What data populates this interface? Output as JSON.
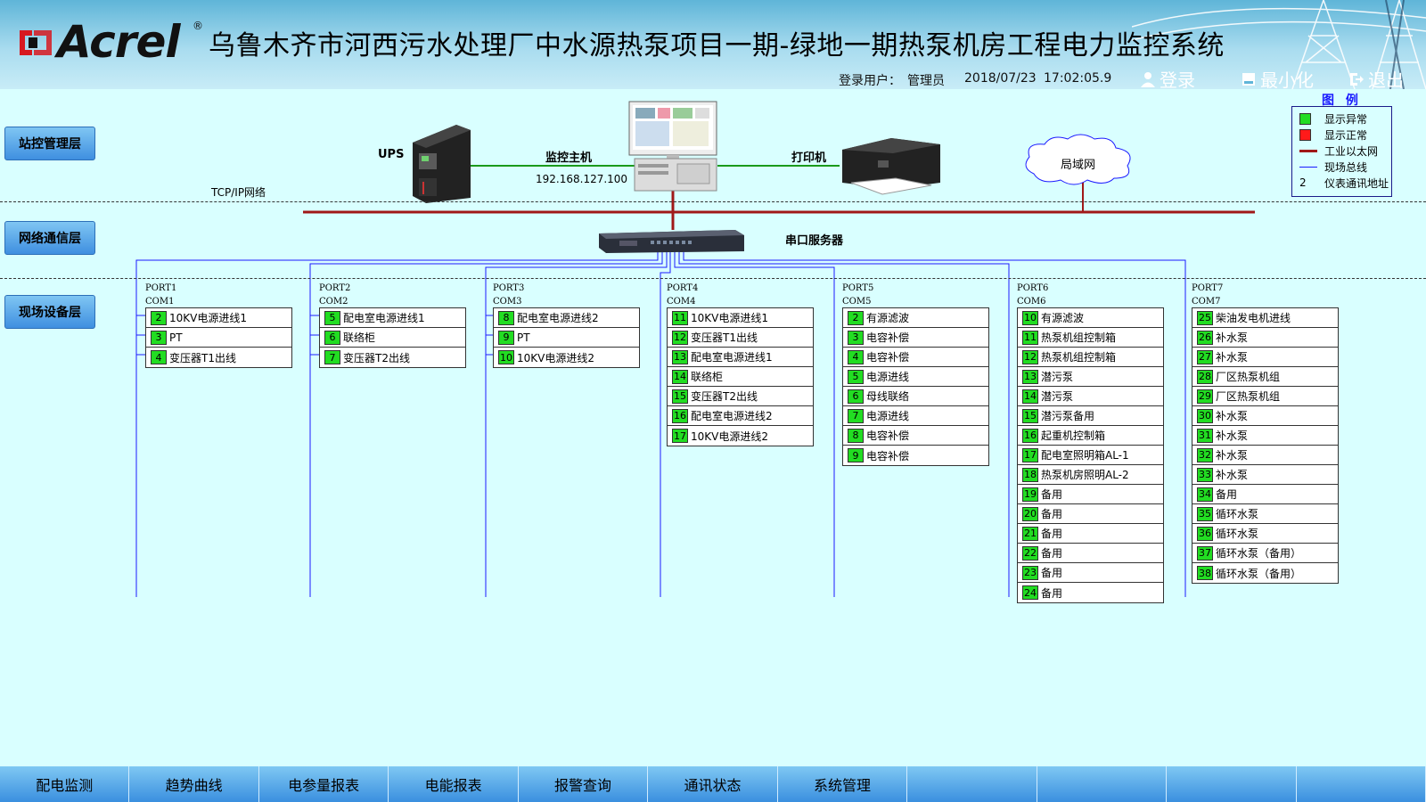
{
  "header": {
    "logo_text": "Acrel",
    "logo_reg": "®",
    "title": "乌鲁木齐市河西污水处理厂中水源热泵项目一期-绿地一期热泵机房工程电力监控系统",
    "user_label": "登录用户：",
    "user_name": "管理员",
    "date": "2018/07/23",
    "time": "17:02:05.9",
    "login": "登录",
    "minimize": "最小化",
    "logout": "退出"
  },
  "layers": {
    "station": "站控管理层",
    "network": "网络通信层",
    "field": "现场设备层"
  },
  "legend": {
    "title": "图 例",
    "items": [
      {
        "label": "显示异常",
        "color": "#22dd22"
      },
      {
        "label": "显示正常",
        "color": "#ff1a1a"
      },
      {
        "label": "工业以太网",
        "color": "#a01818"
      },
      {
        "label": "现场总线",
        "color": "#1a1aff"
      },
      {
        "label": "仪表通讯地址",
        "symbol": "2"
      }
    ]
  },
  "devices": {
    "ups": "UPS",
    "host": "监控主机",
    "host_ip": "192.168.127.100",
    "printer": "打印机",
    "lan": "局域网",
    "tcpip": "TCP/IP网络",
    "serial_server": "串口服务器"
  },
  "ports": [
    {
      "port": "PORT1",
      "com": "COM1",
      "rows": [
        {
          "addr": "2",
          "name": "10KV电源进线1"
        },
        {
          "addr": "3",
          "name": "PT"
        },
        {
          "addr": "4",
          "name": "变压器T1出线"
        }
      ]
    },
    {
      "port": "PORT2",
      "com": "COM2",
      "rows": [
        {
          "addr": "5",
          "name": "配电室电源进线1"
        },
        {
          "addr": "6",
          "name": "联络柜"
        },
        {
          "addr": "7",
          "name": "变压器T2出线"
        }
      ]
    },
    {
      "port": "PORT3",
      "com": "COM3",
      "rows": [
        {
          "addr": "8",
          "name": "配电室电源进线2"
        },
        {
          "addr": "9",
          "name": "PT"
        },
        {
          "addr": "10",
          "name": "10KV电源进线2"
        }
      ]
    },
    {
      "port": "PORT4",
      "com": "COM4",
      "rows": [
        {
          "addr": "11",
          "name": "10KV电源进线1"
        },
        {
          "addr": "12",
          "name": "变压器T1出线"
        },
        {
          "addr": "13",
          "name": "配电室电源进线1"
        },
        {
          "addr": "14",
          "name": "联络柜"
        },
        {
          "addr": "15",
          "name": "变压器T2出线"
        },
        {
          "addr": "16",
          "name": "配电室电源进线2"
        },
        {
          "addr": "17",
          "name": "10KV电源进线2"
        }
      ]
    },
    {
      "port": "PORT5",
      "com": "COM5",
      "rows": [
        {
          "addr": "2",
          "name": "有源滤波"
        },
        {
          "addr": "3",
          "name": "电容补偿"
        },
        {
          "addr": "4",
          "name": "电容补偿"
        },
        {
          "addr": "5",
          "name": "电源进线"
        },
        {
          "addr": "6",
          "name": "母线联络"
        },
        {
          "addr": "7",
          "name": "电源进线"
        },
        {
          "addr": "8",
          "name": "电容补偿"
        },
        {
          "addr": "9",
          "name": "电容补偿"
        }
      ]
    },
    {
      "port": "PORT6",
      "com": "COM6",
      "rows": [
        {
          "addr": "10",
          "name": "有源滤波"
        },
        {
          "addr": "11",
          "name": "热泵机组控制箱"
        },
        {
          "addr": "12",
          "name": "热泵机组控制箱"
        },
        {
          "addr": "13",
          "name": "潜污泵"
        },
        {
          "addr": "14",
          "name": "潜污泵"
        },
        {
          "addr": "15",
          "name": "潜污泵备用"
        },
        {
          "addr": "16",
          "name": "起重机控制箱"
        },
        {
          "addr": "17",
          "name": "配电室照明箱AL-1"
        },
        {
          "addr": "18",
          "name": "热泵机房照明AL-2"
        },
        {
          "addr": "19",
          "name": "备用"
        },
        {
          "addr": "20",
          "name": "备用"
        },
        {
          "addr": "21",
          "name": "备用"
        },
        {
          "addr": "22",
          "name": "备用"
        },
        {
          "addr": "23",
          "name": "备用"
        },
        {
          "addr": "24",
          "name": "备用"
        }
      ]
    },
    {
      "port": "PORT7",
      "com": "COM7",
      "rows": [
        {
          "addr": "25",
          "name": "柴油发电机进线"
        },
        {
          "addr": "26",
          "name": "补水泵"
        },
        {
          "addr": "27",
          "name": "补水泵"
        },
        {
          "addr": "28",
          "name": "厂区热泵机组"
        },
        {
          "addr": "29",
          "name": "厂区热泵机组"
        },
        {
          "addr": "30",
          "name": "补水泵"
        },
        {
          "addr": "31",
          "name": "补水泵"
        },
        {
          "addr": "32",
          "name": "补水泵"
        },
        {
          "addr": "33",
          "name": "补水泵"
        },
        {
          "addr": "34",
          "name": "备用"
        },
        {
          "addr": "35",
          "name": "循环水泵"
        },
        {
          "addr": "36",
          "name": "循环水泵"
        },
        {
          "addr": "37",
          "name": "循环水泵（备用）"
        },
        {
          "addr": "38",
          "name": "循环水泵（备用）"
        }
      ]
    }
  ],
  "nav": [
    "配电监测",
    "趋势曲线",
    "电参量报表",
    "电能报表",
    "报警查询",
    "通讯状态",
    "系统管理",
    "",
    "",
    "",
    ""
  ]
}
